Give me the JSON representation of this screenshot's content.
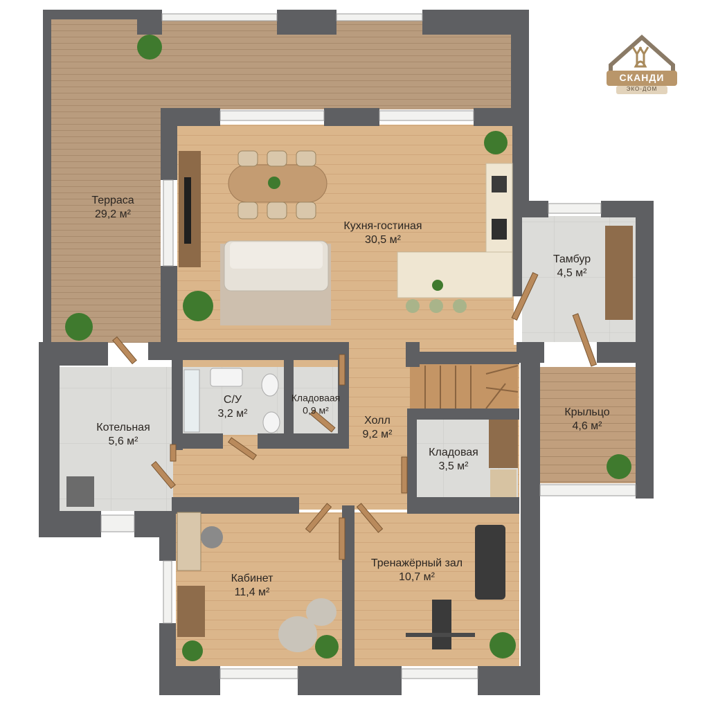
{
  "rooms": {
    "terrace": {
      "name": "Терраса",
      "area": "29,2 м²"
    },
    "kitchen": {
      "name": "Кухня-гостиная",
      "area": "30,5 м²"
    },
    "vestibule": {
      "name": "Тамбур",
      "area": "4,5 м²"
    },
    "porch": {
      "name": "Крыльцо",
      "area": "4,6 м²"
    },
    "boiler": {
      "name": "Котельная",
      "area": "5,6 м²"
    },
    "bath": {
      "name": "С/У",
      "area": "3,2 м²"
    },
    "pantry_small": {
      "name": "Кладоваая",
      "area": "0,9 м²"
    },
    "hall": {
      "name": "Холл",
      "area": "9,2 м²"
    },
    "pantry": {
      "name": "Кладовая",
      "area": "3,5 м²"
    },
    "office": {
      "name": "Кабинет",
      "area": "11,4 м²"
    },
    "gym": {
      "name": "Тренажёрный зал",
      "area": "10,7 м²"
    }
  },
  "logo": {
    "brand": "СКАНДИ",
    "tagline": "ЭКО-ДОМ"
  },
  "colors": {
    "wall": "#5e5f62",
    "wood_floor": "#d9b48a",
    "deck": "#b89a7c",
    "tile": "#dcdcda",
    "plant": "#3f7a2e"
  }
}
